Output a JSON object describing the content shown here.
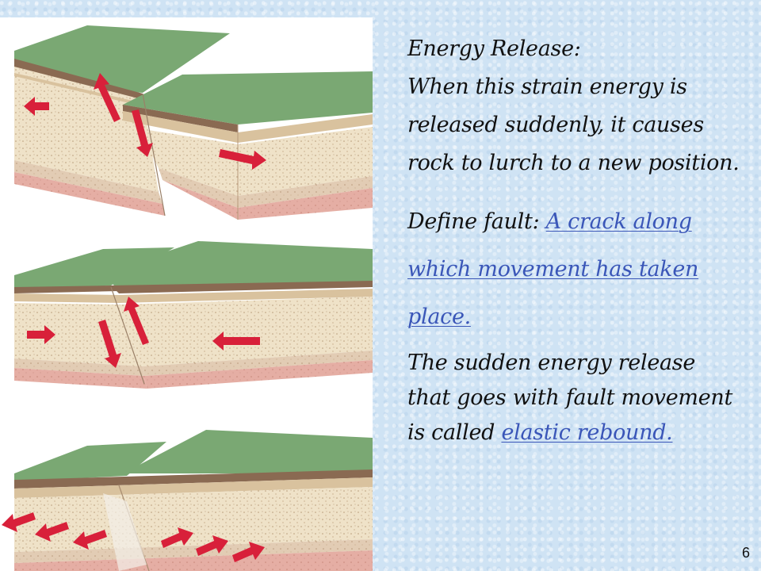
{
  "slide": {
    "heading": "Energy Release:",
    "paragraph1": "When this strain energy is released suddenly, it causes rock to lurch to a new position.",
    "define_label": "Define fault:",
    "define_answer": "A crack along which movement has taken place.",
    "paragraph3_text": "The sudden energy release that goes with fault movement is called",
    "paragraph3_link": "elastic rebound.",
    "page_number": "6"
  },
  "illustration": {
    "name": "fault-block-diagrams",
    "panels": 3,
    "colors": {
      "grass": "#7aa873",
      "soil": "#8a6a52",
      "sand": "#efe2c8",
      "pink_rock": "#e0a9a0",
      "arrow": "#d8203a",
      "link": "#3a56b8"
    }
  }
}
